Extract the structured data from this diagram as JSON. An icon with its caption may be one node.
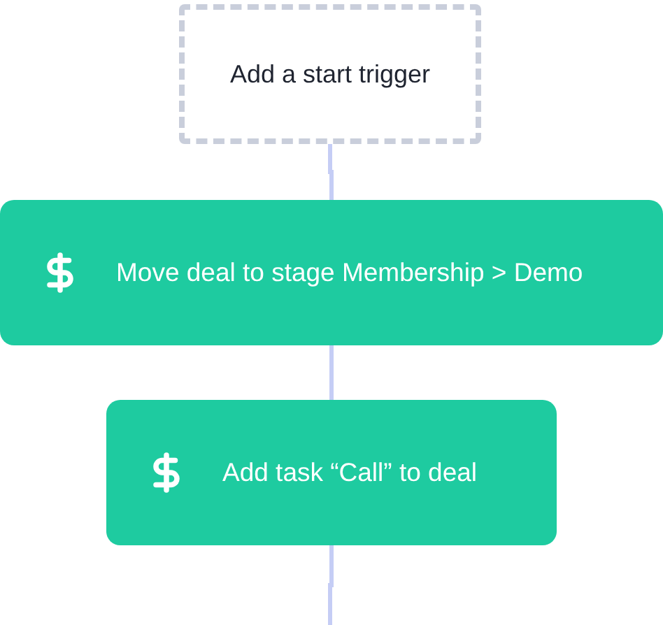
{
  "diagram": {
    "nodes": [
      {
        "text": [
          "Add a start trigger"
        ]
      },
      {
        "text": [
          "Move deal to stage Membership > Demo"
        ]
      },
      {
        "text": [
          "Add task “Call” to deal"
        ]
      }
    ],
    "edges": [
      {
        "from": 0,
        "to": 1,
        "arrow": "none"
      },
      {
        "from": 1,
        "to": 2,
        "arrow": "none"
      },
      {
        "from": 2,
        "to": null,
        "arrow": "none"
      }
    ]
  }
}
